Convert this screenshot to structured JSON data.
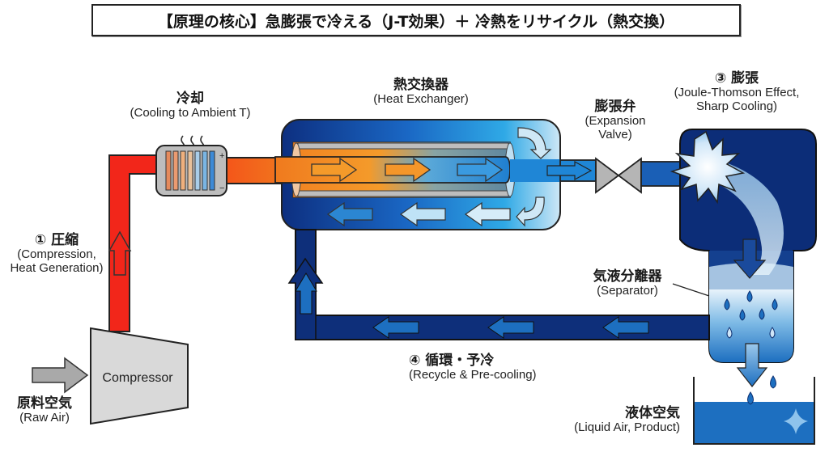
{
  "title": "【原理の核心】急膨張で冷える（J-T効果）＋ 冷熱をリサイクル（熱交換）",
  "colors": {
    "hot_pipe": "#f2261a",
    "warm_pipe": "#f07a1e",
    "cold_pipe": "#1f7fd0",
    "recycle_pipe": "#0e2f7a",
    "vessel": "#0c2d78",
    "liquid": "#1d6fc0",
    "compressor": "#d9d9d9",
    "valve": "#b5b5b5"
  },
  "labels": {
    "compression": {
      "jp": "① 圧縮",
      "en1": "(Compression,",
      "en2": "Heat Generation)"
    },
    "cooling": {
      "jp": "冷却",
      "en": "(Cooling to Ambient T)"
    },
    "heat_exchanger": {
      "jp": "熱交換器",
      "en": "(Heat Exchanger)"
    },
    "expansion_valve": {
      "jp": "膨張弁",
      "en1": "(Expansion",
      "en2": "Valve)"
    },
    "expansion": {
      "jp": "③ 膨張",
      "en1": "(Joule-Thomson Effect,",
      "en2": "Sharp Cooling)"
    },
    "separator": {
      "jp": "気液分離器",
      "en": "(Separator)"
    },
    "recycle": {
      "jp": "④ 循環・予冷",
      "en": "(Recycle & Pre-cooling)"
    },
    "liquid_air": {
      "jp": "液体空気",
      "en": "(Liquid Air, Product)"
    },
    "raw_air": {
      "jp": "原料空気",
      "en": "(Raw Air)"
    },
    "compressor": "Compressor",
    "cooler_plus": "+",
    "cooler_minus": "−"
  },
  "icons": {
    "heat_waves": "heat-wave-icon",
    "starburst": "expansion-burst-icon",
    "droplets": "liquid-droplet-icon",
    "sparkle": "sparkle-icon"
  }
}
